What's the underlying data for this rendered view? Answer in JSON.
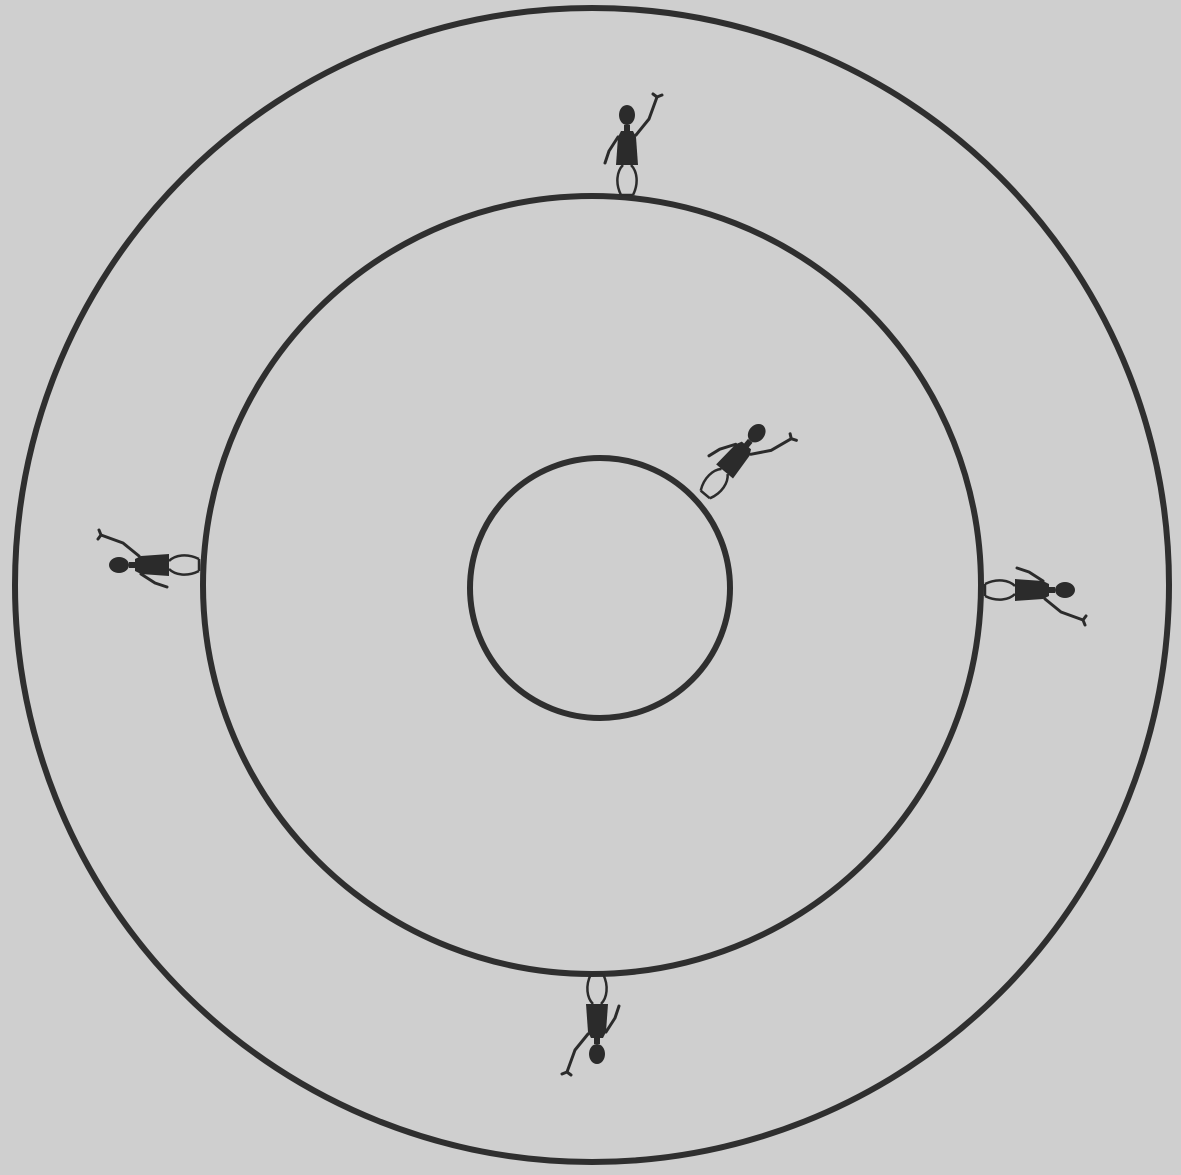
{
  "figure": {
    "background_color": "#cfcfcf",
    "ink_color": "#2f2f2f",
    "rings": [
      "outer-ring",
      "middle-ring",
      "inner-ring"
    ],
    "figures": [
      {
        "name": "figure-top",
        "ring": "middle",
        "orientation": "upright"
      },
      {
        "name": "figure-left",
        "ring": "middle",
        "orientation": "feet-right"
      },
      {
        "name": "figure-right",
        "ring": "middle",
        "orientation": "feet-left"
      },
      {
        "name": "figure-bottom",
        "ring": "middle",
        "orientation": "upside-down"
      },
      {
        "name": "figure-inner",
        "ring": "inner",
        "orientation": "tilted"
      }
    ]
  }
}
